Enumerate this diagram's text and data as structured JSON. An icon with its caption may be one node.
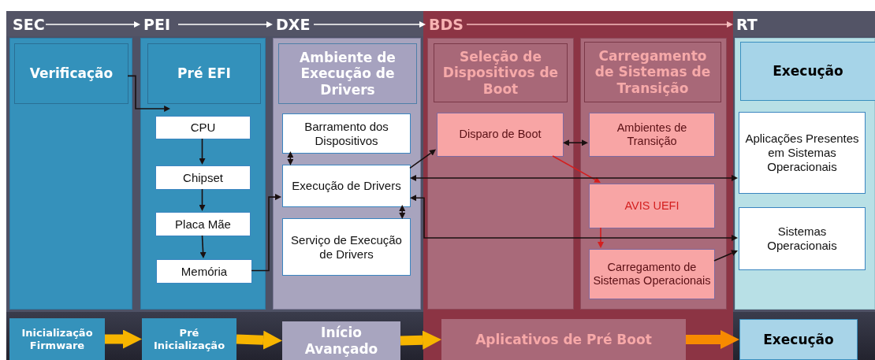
{
  "diagram": {
    "nodes": [
      {
        "text": [
          "SEC"
        ]
      },
      {
        "text": [
          "PEI"
        ]
      },
      {
        "text": [
          "DXE"
        ]
      },
      {
        "text": [
          "BDS"
        ]
      },
      {
        "text": [
          "RT"
        ]
      },
      {
        "text": [],
        "shape": "box"
      },
      {
        "text": [
          "Verificação"
        ],
        "in": 5
      },
      {
        "text": [],
        "shape": "box"
      },
      {
        "text": [
          "Pré EFI"
        ],
        "in": 7
      },
      {
        "text": [
          "CPU"
        ],
        "in": 7
      },
      {
        "text": [
          "Chipset"
        ],
        "in": 7
      },
      {
        "text": [
          "Placa Mãe"
        ],
        "in": 7
      },
      {
        "text": [
          "Memória"
        ],
        "in": 7
      },
      {
        "text": [],
        "shape": "box"
      },
      {
        "text": [
          "Ambiente de Execução de Drivers"
        ],
        "in": 13
      },
      {
        "text": [
          "Barramento dos Dispositivos"
        ],
        "in": 13
      },
      {
        "text": [
          "Execução de Drivers"
        ],
        "in": 13
      },
      {
        "text": [
          "Serviço de Execução de Drivers"
        ],
        "in": 13
      },
      {
        "text": [],
        "shape": "box"
      },
      {
        "text": [
          "Seleção de Dispositivos de Boot"
        ],
        "in": 18
      },
      {
        "text": [
          "Disparo de Boot"
        ],
        "in": 18
      },
      {
        "text": [],
        "shape": "box"
      },
      {
        "text": [
          "Carregamento de Sistemas de Transição"
        ],
        "in": 21
      },
      {
        "text": [
          "Ambientes de Transição"
        ],
        "in": 21
      },
      {
        "text": [
          "AVIS UEFI"
        ],
        "in": 21
      },
      {
        "text": [
          "Carregamento de Sistemas Operacionais"
        ],
        "in": 21
      },
      {
        "text": [],
        "shape": "box"
      },
      {
        "text": [
          "Execução"
        ],
        "in": 26
      },
      {
        "text": [
          "Aplicações Presentes em Sistemas Operacionais"
        ],
        "in": 26
      },
      {
        "text": [
          "Sistemas Operacionais"
        ],
        "in": 26
      },
      {
        "text": [
          "Inicialização Firmware"
        ]
      },
      {
        "text": [
          "Pré Inicialização"
        ]
      },
      {
        "text": [
          "Início Avançado"
        ]
      },
      {
        "text": [
          "Aplicativos de Pré Boot"
        ]
      },
      {
        "text": [
          "Execução"
        ]
      }
    ],
    "edges": [
      {
        "from": 0,
        "to": 1,
        "arrow": "to",
        "color": "#ffffff"
      },
      {
        "from": 1,
        "to": 2,
        "arrow": "to",
        "color": "#ffffff"
      },
      {
        "from": 2,
        "to": 3,
        "arrow": "to",
        "color": "#ffffff"
      },
      {
        "from": 3,
        "to": 4,
        "arrow": "to",
        "color": "#f6bcbc"
      },
      {
        "from": 6,
        "to": 9,
        "arrow": "to"
      },
      {
        "from": 9,
        "to": 10,
        "arrow": "to"
      },
      {
        "from": 10,
        "to": 11,
        "arrow": "to"
      },
      {
        "from": 11,
        "to": 12,
        "arrow": "to"
      },
      {
        "from": 12,
        "to": 16,
        "arrow": "to"
      },
      {
        "from": 15,
        "to": 16,
        "arrow": "both"
      },
      {
        "from": 16,
        "to": 17,
        "arrow": "both"
      },
      {
        "from": 16,
        "to": 20,
        "arrow": "to"
      },
      {
        "from": 20,
        "to": 23,
        "arrow": "both"
      },
      {
        "from": 20,
        "to": 24,
        "arrow": "to",
        "color": "#d41f1f"
      },
      {
        "from": 24,
        "to": 25,
        "arrow": "to",
        "color": "#d41f1f"
      },
      {
        "from": 16,
        "to": 28,
        "arrow": "both"
      },
      {
        "from": 16,
        "to": 29,
        "arrow": "both"
      },
      {
        "from": 25,
        "to": 29,
        "arrow": "to"
      },
      {
        "from": 30,
        "to": 31,
        "arrow": "to",
        "style": "thick",
        "color": "#f7b500"
      },
      {
        "from": 31,
        "to": 32,
        "arrow": "to",
        "style": "thick",
        "color": "#f7b500"
      },
      {
        "from": 32,
        "to": 33,
        "arrow": "to",
        "style": "thick",
        "color": "#f7b500"
      },
      {
        "from": 33,
        "to": 34,
        "arrow": "to",
        "style": "thick",
        "color": "#f78a00"
      }
    ]
  }
}
